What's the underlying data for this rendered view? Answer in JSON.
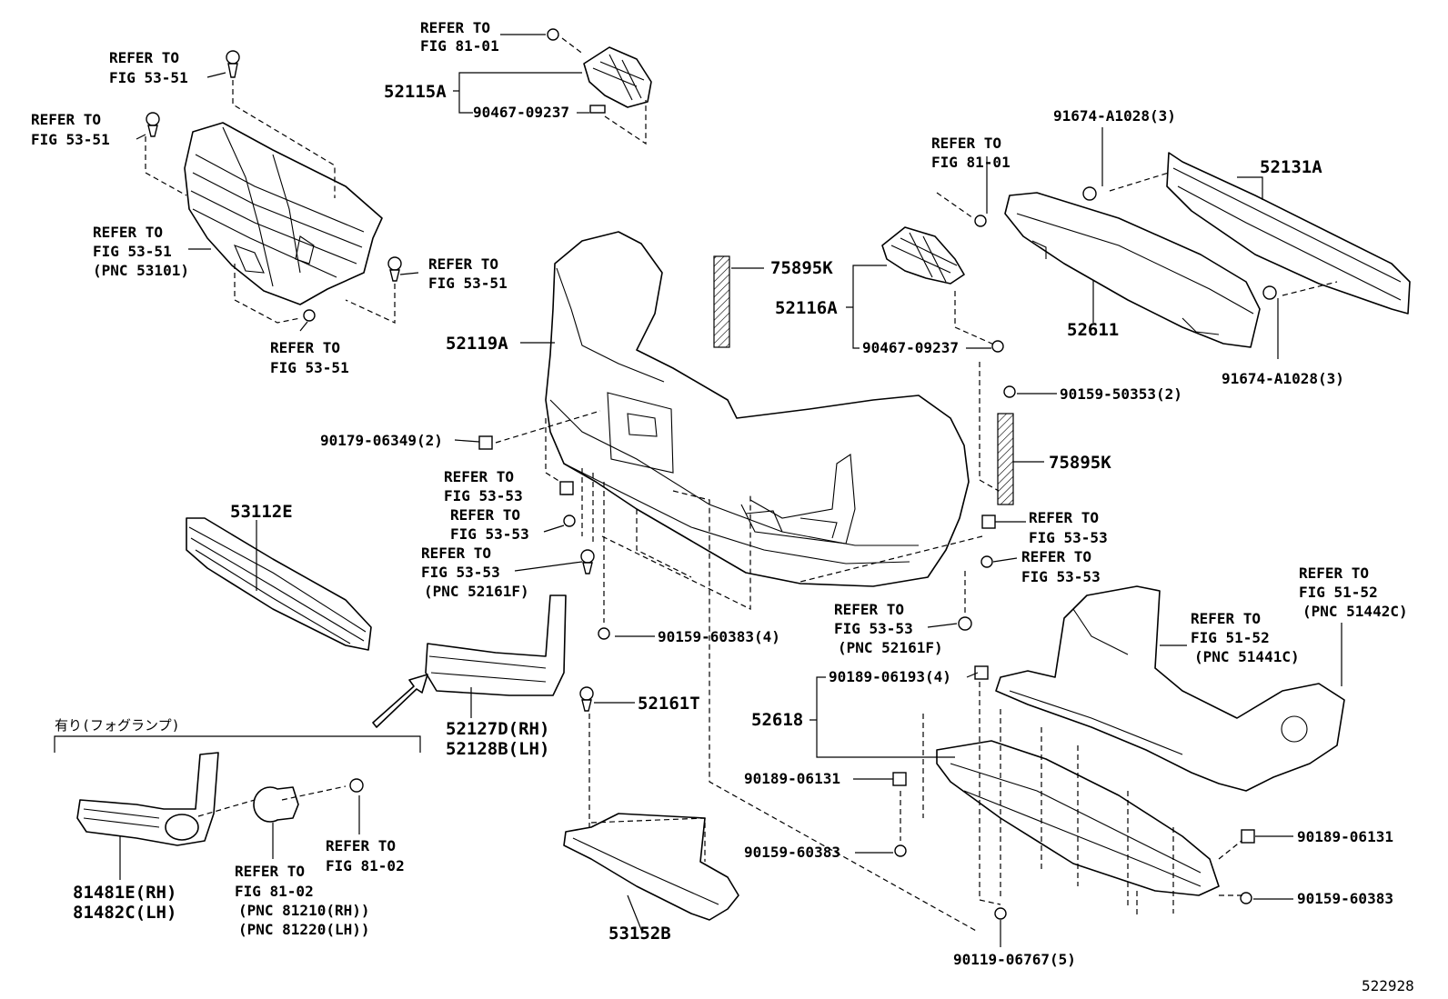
{
  "diagram_id": "522928",
  "callouts": {
    "p52115A": "52115A",
    "p90467a": "90467-09237",
    "p52119A": "52119A",
    "p75895K_top": "75895K",
    "p52116A": "52116A",
    "p90467b": "90467-09237",
    "p91674_top": "91674-A1028(3)",
    "p52131A": "52131A",
    "p52611": "52611",
    "p91674_bot": "91674-A1028(3)",
    "p90159_50353": "90159-50353(2)",
    "p75895K_bot": "75895K",
    "p90179": "90179-06349(2)",
    "p53112E": "53112E",
    "p90159_60383_a": "90159-60383(4)",
    "p52161T": "52161T",
    "p52127D": "52127D(RH)",
    "p52128B": "52128B(LH)",
    "p52618": "52618",
    "p90189_06193": "90189-06193(4)",
    "p90189_06131_a": "90189-06131",
    "p90159_60383_b": "90159-60383",
    "p90189_06131_b": "90189-06131",
    "p90159_60383_c": "90159-60383",
    "p90119": "90119-06767(5)",
    "p53152B": "53152B",
    "p81481E": "81481E(RH)",
    "p81482C": "81482C(LH)"
  },
  "refs": {
    "refer_to": "REFER TO",
    "fig_81_01": "FIG 81-01",
    "fig_53_51": "FIG 53-51",
    "pnc_53101": "(PNC 53101)",
    "fig_53_53": "FIG 53-53",
    "pnc_52161F": "(PNC 52161F)",
    "fig_51_52": "FIG 51-52",
    "pnc_51442C": "(PNC 51442C)",
    "pnc_51441C": "(PNC 51441C)",
    "fig_81_02": "FIG 81-02",
    "pnc_81210": "(PNC 81210(RH))",
    "pnc_81220": "(PNC 81220(LH))"
  },
  "fog_lamp_note": "有り(フォグランプ)"
}
